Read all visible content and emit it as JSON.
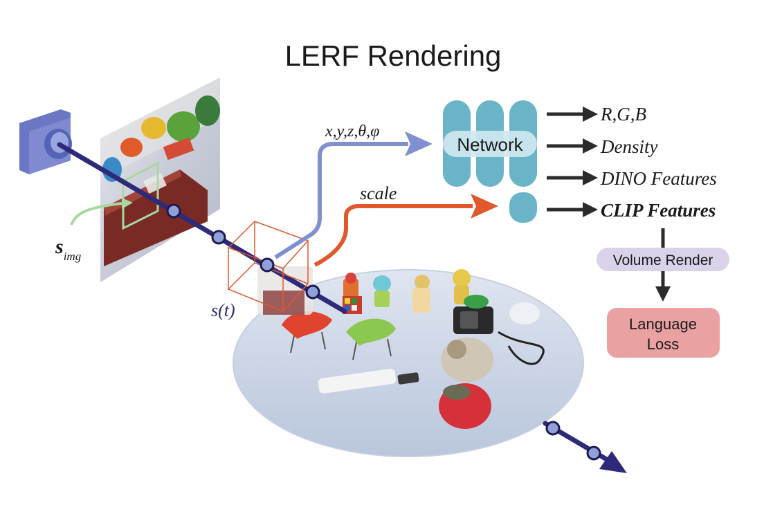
{
  "title": "LERF Rendering",
  "labels": {
    "ray_inputs": "x,y,z,θ,φ",
    "scale": "scale",
    "s_img_main": "s",
    "s_img_sub": "img",
    "s_t": "s(t)"
  },
  "network": {
    "label": "Network"
  },
  "outputs": [
    {
      "text": "R,G,B",
      "bold": false
    },
    {
      "text": "Density",
      "bold": false
    },
    {
      "text": "DINO Features",
      "bold": false
    },
    {
      "text": "CLIP Features",
      "bold": true
    }
  ],
  "volume_render": "Volume Render",
  "language_loss": [
    "Language",
    "Loss"
  ],
  "colors": {
    "ray": "#2e2a7a",
    "node_fill": "#8fa1d8",
    "pos_arrow": "#7f8fcf",
    "scale_arrow": "#e0582c",
    "network": "#6ab4c8",
    "network_label_bg": "#cfe8ef",
    "volume_render_bg": "#d9d2e9",
    "language_loss_bg": "#eaa1a1",
    "patch": "#a8d8a0",
    "camera": "#6a77c2",
    "output_arrow": "#2b2b2b"
  }
}
